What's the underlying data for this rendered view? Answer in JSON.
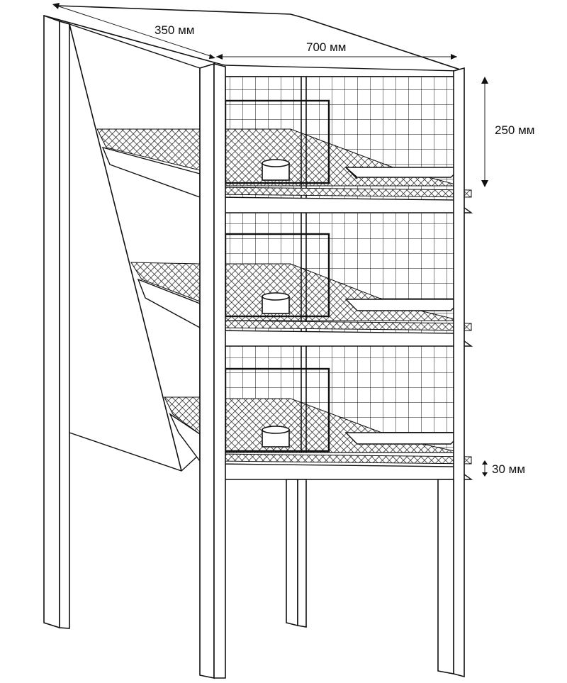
{
  "diagram": {
    "dimensions": {
      "depth_label": "350 мм",
      "width_label": "700 мм",
      "tier_height_label": "250 мм",
      "gap_label": "30 мм"
    },
    "colors": {
      "line": "#111111",
      "mesh": "#222222",
      "background": "#ffffff"
    },
    "tiers": 3
  }
}
